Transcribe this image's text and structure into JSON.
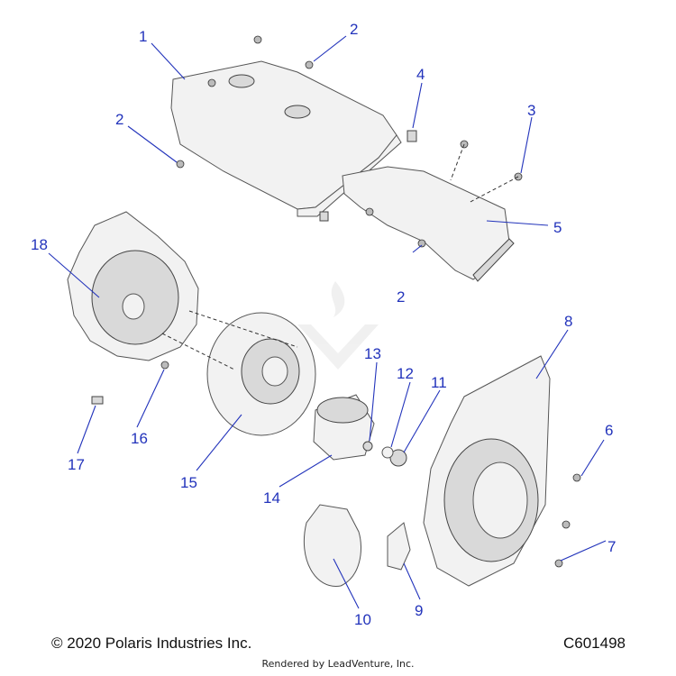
{
  "callouts": [
    {
      "n": "1"
    },
    {
      "n": "2"
    },
    {
      "n": "2"
    },
    {
      "n": "2"
    },
    {
      "n": "3"
    },
    {
      "n": "4"
    },
    {
      "n": "5"
    },
    {
      "n": "6"
    },
    {
      "n": "7"
    },
    {
      "n": "8"
    },
    {
      "n": "9"
    },
    {
      "n": "10"
    },
    {
      "n": "11"
    },
    {
      "n": "12"
    },
    {
      "n": "13"
    },
    {
      "n": "14"
    },
    {
      "n": "15"
    },
    {
      "n": "16"
    },
    {
      "n": "17"
    },
    {
      "n": "18"
    }
  ],
  "footer": {
    "copyright": "© 2020 Polaris Industries Inc.",
    "code": "C601498",
    "rendered_by": "Rendered by LeadVenture, Inc."
  },
  "colors": {
    "callout": "#2233bb",
    "line_art": "#555555",
    "fill": "#f2f2f2"
  }
}
